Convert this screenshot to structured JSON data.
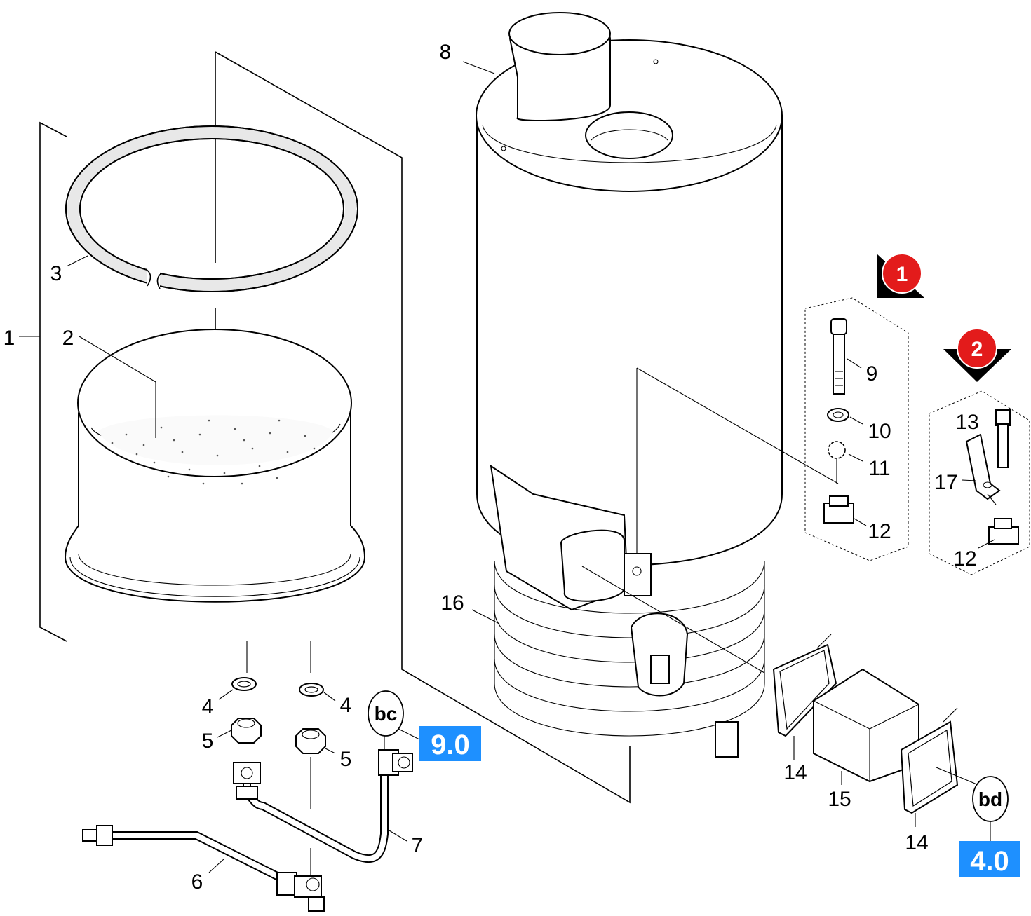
{
  "diagram": {
    "callouts": [
      {
        "id": "c1",
        "text": "1"
      },
      {
        "id": "c2",
        "text": "2"
      },
      {
        "id": "c3",
        "text": "3"
      },
      {
        "id": "c4a",
        "text": "4"
      },
      {
        "id": "c4b",
        "text": "4"
      },
      {
        "id": "c5a",
        "text": "5"
      },
      {
        "id": "c5b",
        "text": "5"
      },
      {
        "id": "c6",
        "text": "6"
      },
      {
        "id": "c7",
        "text": "7"
      },
      {
        "id": "c8",
        "text": "8"
      },
      {
        "id": "c9",
        "text": "9"
      },
      {
        "id": "c10",
        "text": "10"
      },
      {
        "id": "c11",
        "text": "11"
      },
      {
        "id": "c12a",
        "text": "12"
      },
      {
        "id": "c12b",
        "text": "12"
      },
      {
        "id": "c13",
        "text": "13"
      },
      {
        "id": "c14a",
        "text": "14"
      },
      {
        "id": "c14b",
        "text": "14"
      },
      {
        "id": "c15",
        "text": "15"
      },
      {
        "id": "c16",
        "text": "16"
      },
      {
        "id": "c17",
        "text": "17"
      }
    ],
    "connectors": {
      "bc": {
        "bubble": "bc",
        "reference": "9.0"
      },
      "bd": {
        "bubble": "bd",
        "reference": "4.0"
      }
    },
    "variant_markers": {
      "v1": "1",
      "v2": "2"
    },
    "colors": {
      "reference_box": "#1e90ff",
      "marker": "#e31b1b",
      "lines": "#000000"
    }
  }
}
